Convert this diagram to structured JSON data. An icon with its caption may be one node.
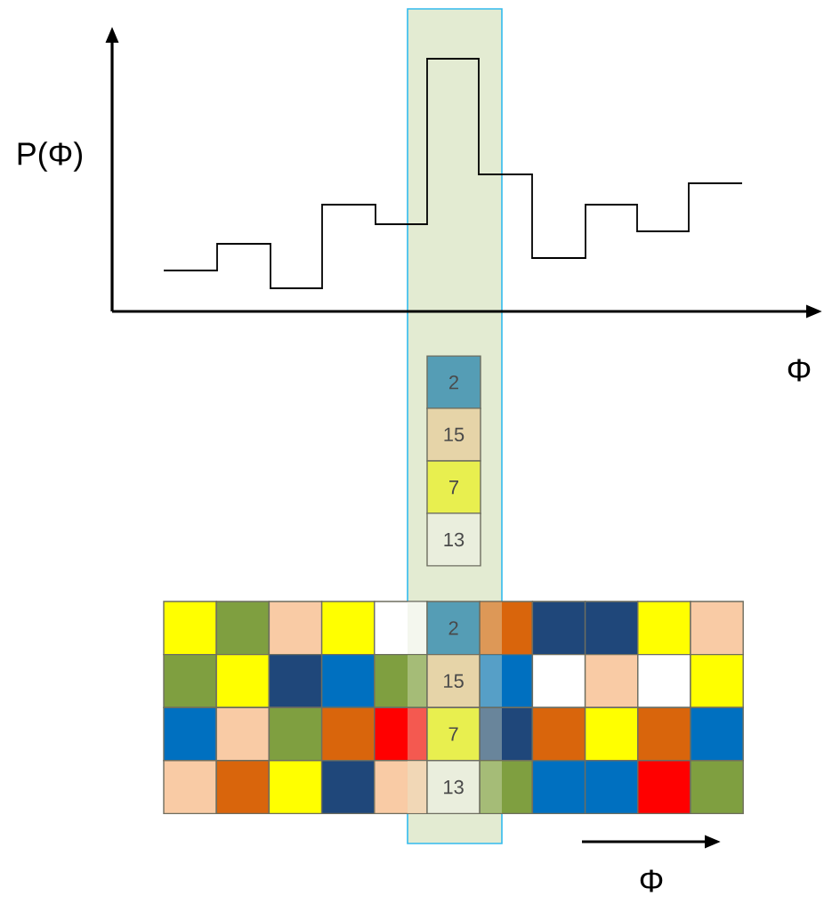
{
  "diagram": {
    "nodes": [
      {
        "text": [
          "2"
        ]
      },
      {
        "text": [
          "15"
        ]
      },
      {
        "text": [
          "7"
        ]
      },
      {
        "text": [
          "13"
        ]
      },
      {
        "text": [],
        "shape": "box"
      },
      {
        "text": [],
        "shape": "box"
      },
      {
        "text": [],
        "shape": "box"
      },
      {
        "text": [],
        "shape": "box"
      },
      {
        "text": [],
        "shape": "box"
      },
      {
        "text": [
          "2"
        ]
      },
      {
        "text": [],
        "shape": "box"
      },
      {
        "text": [],
        "shape": "box"
      },
      {
        "text": [],
        "shape": "box"
      },
      {
        "text": [],
        "shape": "box"
      },
      {
        "text": [],
        "shape": "box"
      },
      {
        "text": [],
        "shape": "box"
      },
      {
        "text": [],
        "shape": "box"
      },
      {
        "text": [],
        "shape": "box"
      },
      {
        "text": [],
        "shape": "box"
      },
      {
        "text": [],
        "shape": "box"
      },
      {
        "text": [
          "15"
        ]
      },
      {
        "text": [],
        "shape": "box"
      },
      {
        "text": [],
        "shape": "box"
      },
      {
        "text": [],
        "shape": "box"
      },
      {
        "text": [],
        "shape": "box"
      },
      {
        "text": [],
        "shape": "box"
      },
      {
        "text": [],
        "shape": "box"
      },
      {
        "text": [],
        "shape": "box"
      },
      {
        "text": [],
        "shape": "box"
      },
      {
        "text": [],
        "shape": "box"
      },
      {
        "text": [],
        "shape": "box"
      },
      {
        "text": [
          "7"
        ]
      },
      {
        "text": [],
        "shape": "box"
      },
      {
        "text": [],
        "shape": "box"
      },
      {
        "text": [],
        "shape": "box"
      },
      {
        "text": [],
        "shape": "box"
      },
      {
        "text": [],
        "shape": "box"
      },
      {
        "text": [],
        "shape": "box"
      },
      {
        "text": [],
        "shape": "box"
      },
      {
        "text": [],
        "shape": "box"
      },
      {
        "text": [],
        "shape": "box"
      },
      {
        "text": [],
        "shape": "box"
      },
      {
        "text": [
          "13"
        ]
      },
      {
        "text": [],
        "shape": "box"
      },
      {
        "text": [],
        "shape": "box"
      },
      {
        "text": [],
        "shape": "box"
      },
      {
        "text": [],
        "shape": "box"
      },
      {
        "text": [],
        "shape": "box"
      }
    ],
    "labels": [
      "P(Φ)",
      "Φ",
      "Φ"
    ]
  }
}
